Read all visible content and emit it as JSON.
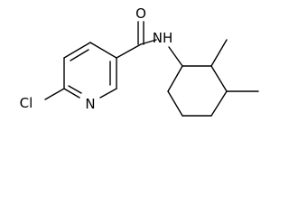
{
  "molecule": {
    "labels": {
      "chlorine": "Cl",
      "pyridine_nitrogen": "N",
      "carbonyl_oxygen": "O",
      "amide_nitrogen": "NH"
    },
    "colors": {
      "bond": "#000000",
      "label": "#000000",
      "background": "#ffffff"
    }
  }
}
